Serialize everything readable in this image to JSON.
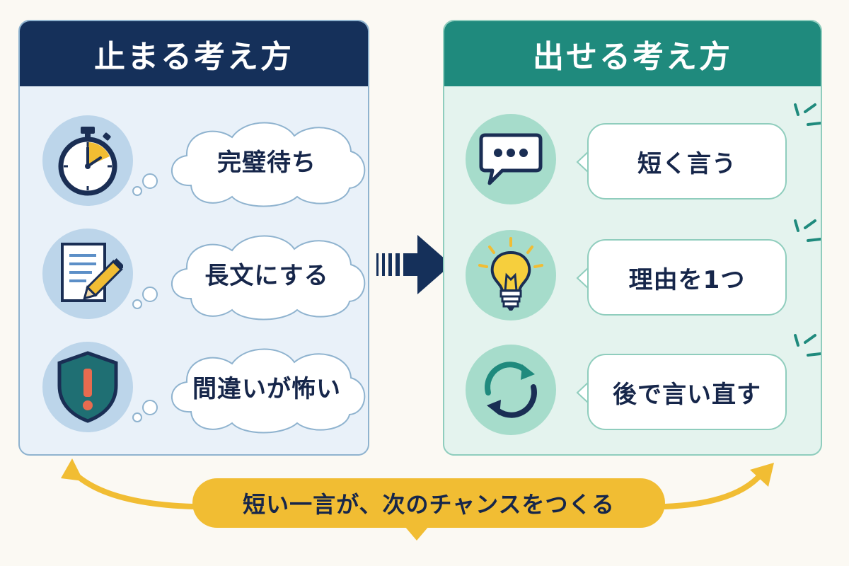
{
  "left_panel": {
    "title": "止まる考え方",
    "items": [
      {
        "label": "完璧待ち",
        "icon": "stopwatch-icon"
      },
      {
        "label": "長文にする",
        "icon": "document-pencil-icon"
      },
      {
        "label": "間違いが怖い",
        "icon": "shield-warning-icon"
      }
    ]
  },
  "right_panel": {
    "title": "出せる考え方",
    "items": [
      {
        "label": "短く言う",
        "icon": "speech-bubble-icon"
      },
      {
        "label": "理由を1つ",
        "icon": "lightbulb-icon"
      },
      {
        "label": "後で言い直す",
        "icon": "refresh-cycle-icon"
      }
    ]
  },
  "center_arrow_icon": "right-arrow-icon",
  "bottom_message": "短い一言が、次のチャンスをつくる",
  "colors": {
    "navy": "#15305a",
    "teal": "#1f8a7d",
    "yellow": "#f1bd33",
    "left_panel_bg": "#e9f1f9",
    "right_panel_bg": "#e4f3ee"
  }
}
